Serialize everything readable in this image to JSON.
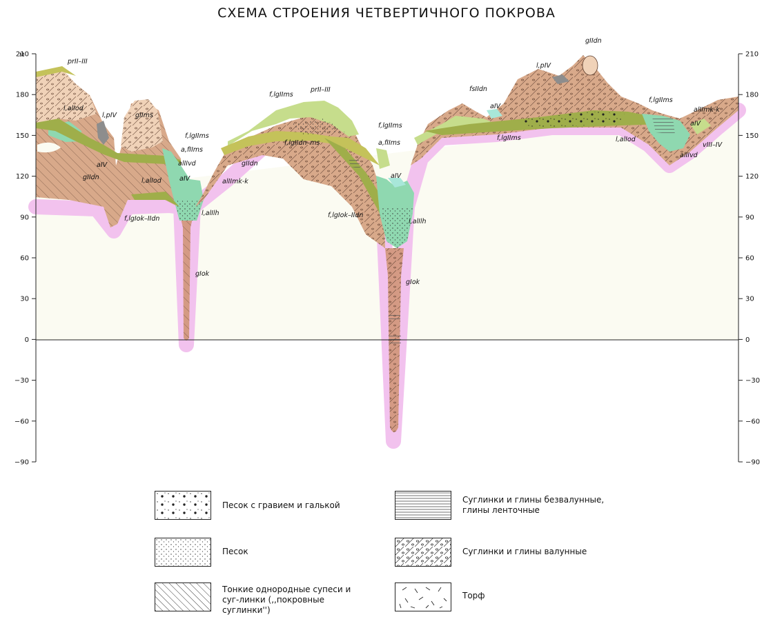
{
  "title": "СХЕМА СТРОЕНИЯ ЧЕТВЕРТИЧНОГО ПОКРОВА",
  "axis": {
    "unit": "м",
    "ticks": [
      210,
      180,
      150,
      120,
      90,
      60,
      30,
      0,
      -30,
      -60,
      -90
    ],
    "left_ticks": [
      "210",
      "180",
      "150",
      "120",
      "90",
      "60",
      "30",
      "0",
      "−30",
      "−60",
      "−90"
    ],
    "right_ticks": [
      "210",
      "180",
      "150",
      "120",
      "90",
      "60",
      "30",
      "0",
      "−30",
      "−60",
      "−90"
    ],
    "range": [
      -90,
      210
    ]
  },
  "colors": {
    "bedrock": "#fbfbf2",
    "pink_band": "#f2c2ee",
    "moraine_brown": "#d8a98a",
    "deep_moraine": "#d49a84",
    "olive_green": "#9fae4a",
    "light_green": "#c6dd8c",
    "mint": "#8fd8b0",
    "cyan": "#a8e7d9",
    "yellow_olive": "#c4c25a",
    "pale_tan": "#f0d2b8",
    "peat_grey": "#8d8d8d"
  },
  "geo_labels": [
    "prII–III",
    "l,alIod",
    "l,pIV",
    "gIIms",
    "f,lgIIms",
    "a,fIIms",
    "alIIvd",
    "aIV",
    "gIIdn",
    "l,alIod",
    "aIV",
    "gIIdn",
    "alIImk-k",
    "f,lgIok–IIdn",
    "l,alIlh",
    "gIok",
    "f,lgIIms",
    "prII–III",
    "f,lgIIdn–ms",
    "f,lgIIms",
    "a,fIIms",
    "aIV",
    "f,lgIok–IIdn",
    "l,alIlh",
    "gIok",
    "fsIIdn",
    "aIV",
    "l,pIV",
    "gIIdn",
    "f,lgIIms",
    "f,lgIIms",
    "alIImk-k",
    "aIV",
    "l,alIod",
    "alIIvd",
    "vIII–IV"
  ],
  "legend": [
    {
      "icon": "gravel-sand-icon",
      "label": "Песок с гравием и галькой"
    },
    {
      "icon": "sand-icon",
      "label": "Песок"
    },
    {
      "icon": "thin-loam-icon",
      "label": "Тонкие однородные супеси и суг-линки (,,покровные суглинки'')"
    },
    {
      "icon": "varved-clay-icon",
      "label": "Суглинки и глины безвалунные, глины ленточные"
    },
    {
      "icon": "boulder-clay-icon",
      "label": "Суглинки и глины валунные"
    },
    {
      "icon": "peat-icon",
      "label": "Торф"
    }
  ]
}
